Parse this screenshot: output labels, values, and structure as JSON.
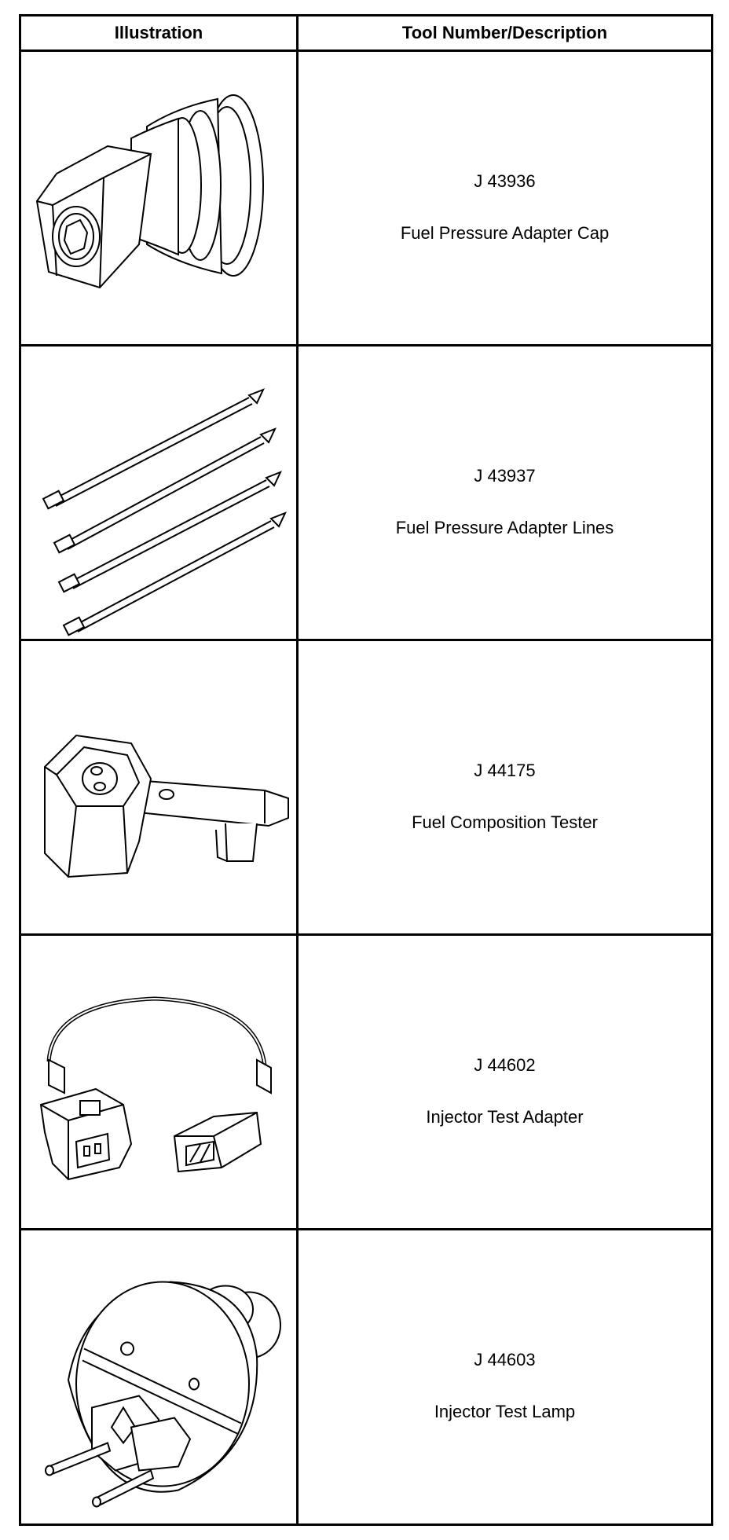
{
  "header": {
    "illustration_label": "Illustration",
    "description_label": "Tool Number/Description"
  },
  "tools": [
    {
      "number": "J 43936",
      "description": "Fuel Pressure Adapter Cap",
      "icon": "adapter-cap-icon"
    },
    {
      "number": "J 43937",
      "description": "Fuel Pressure Adapter Lines",
      "icon": "adapter-lines-icon"
    },
    {
      "number": "J 44175",
      "description": "Fuel Composition Tester",
      "icon": "composition-tester-icon"
    },
    {
      "number": "J 44602",
      "description": "Injector Test Adapter",
      "icon": "injector-adapter-icon"
    },
    {
      "number": "J 44603",
      "description": "Injector Test Lamp",
      "icon": "test-lamp-icon"
    }
  ]
}
